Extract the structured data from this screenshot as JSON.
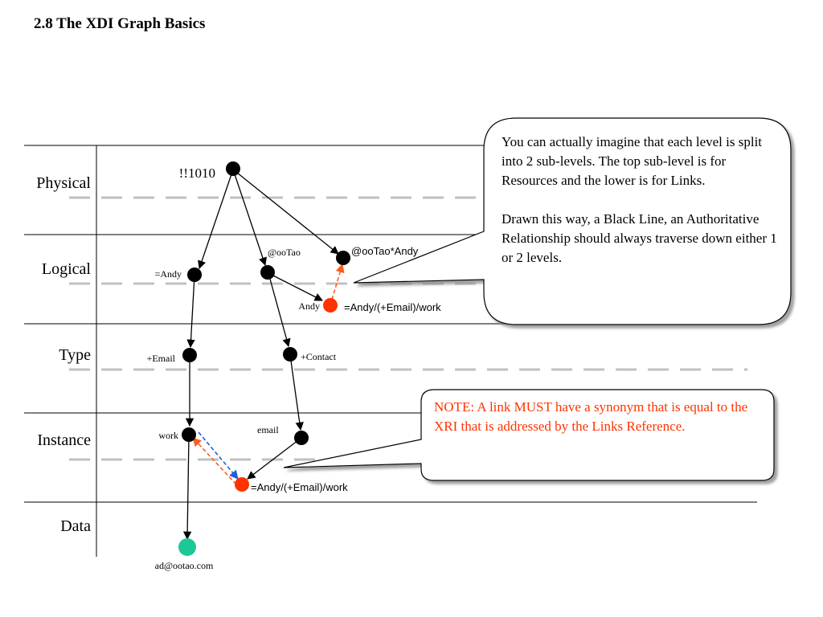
{
  "title": "2.8 The XDI Graph Basics",
  "levels": [
    "Physical",
    "Logical",
    "Type",
    "Instance",
    "Data"
  ],
  "nodes": {
    "root": "!!1010",
    "ootao": "@ooTao",
    "ootao_andy": "@ooTao*Andy",
    "andy": "=Andy",
    "andy_link_left": "Andy",
    "andy_link_right": "=Andy/(+Email)/work",
    "email_type": "+Email",
    "contact_type": "+Contact",
    "work": "work",
    "email_instance": "email",
    "work_link": "=Andy/(+Email)/work",
    "data_value": "ad@ootao.com"
  },
  "callouts": {
    "levels_para1": "You can actually imagine that each level is split into 2 sub-levels. The top sub-level is for Resources and the lower is for Links.",
    "levels_para2": "Drawn this way, a Black Line, an Authoritative Relationship should always traverse down either 1 or 2 levels.",
    "note": "NOTE: A link MUST have a synonym that is equal to the XRI that is addressed by the Links Reference."
  },
  "colors": {
    "resource_node": "#000000",
    "link_node": "#ff3300",
    "data_node": "#1ec896",
    "dashed_level_line": "#c0c0c0",
    "note_text": "#ff3300",
    "blue_arrow": "#1f5fd6",
    "orange_arrow": "#ff5a1f"
  }
}
